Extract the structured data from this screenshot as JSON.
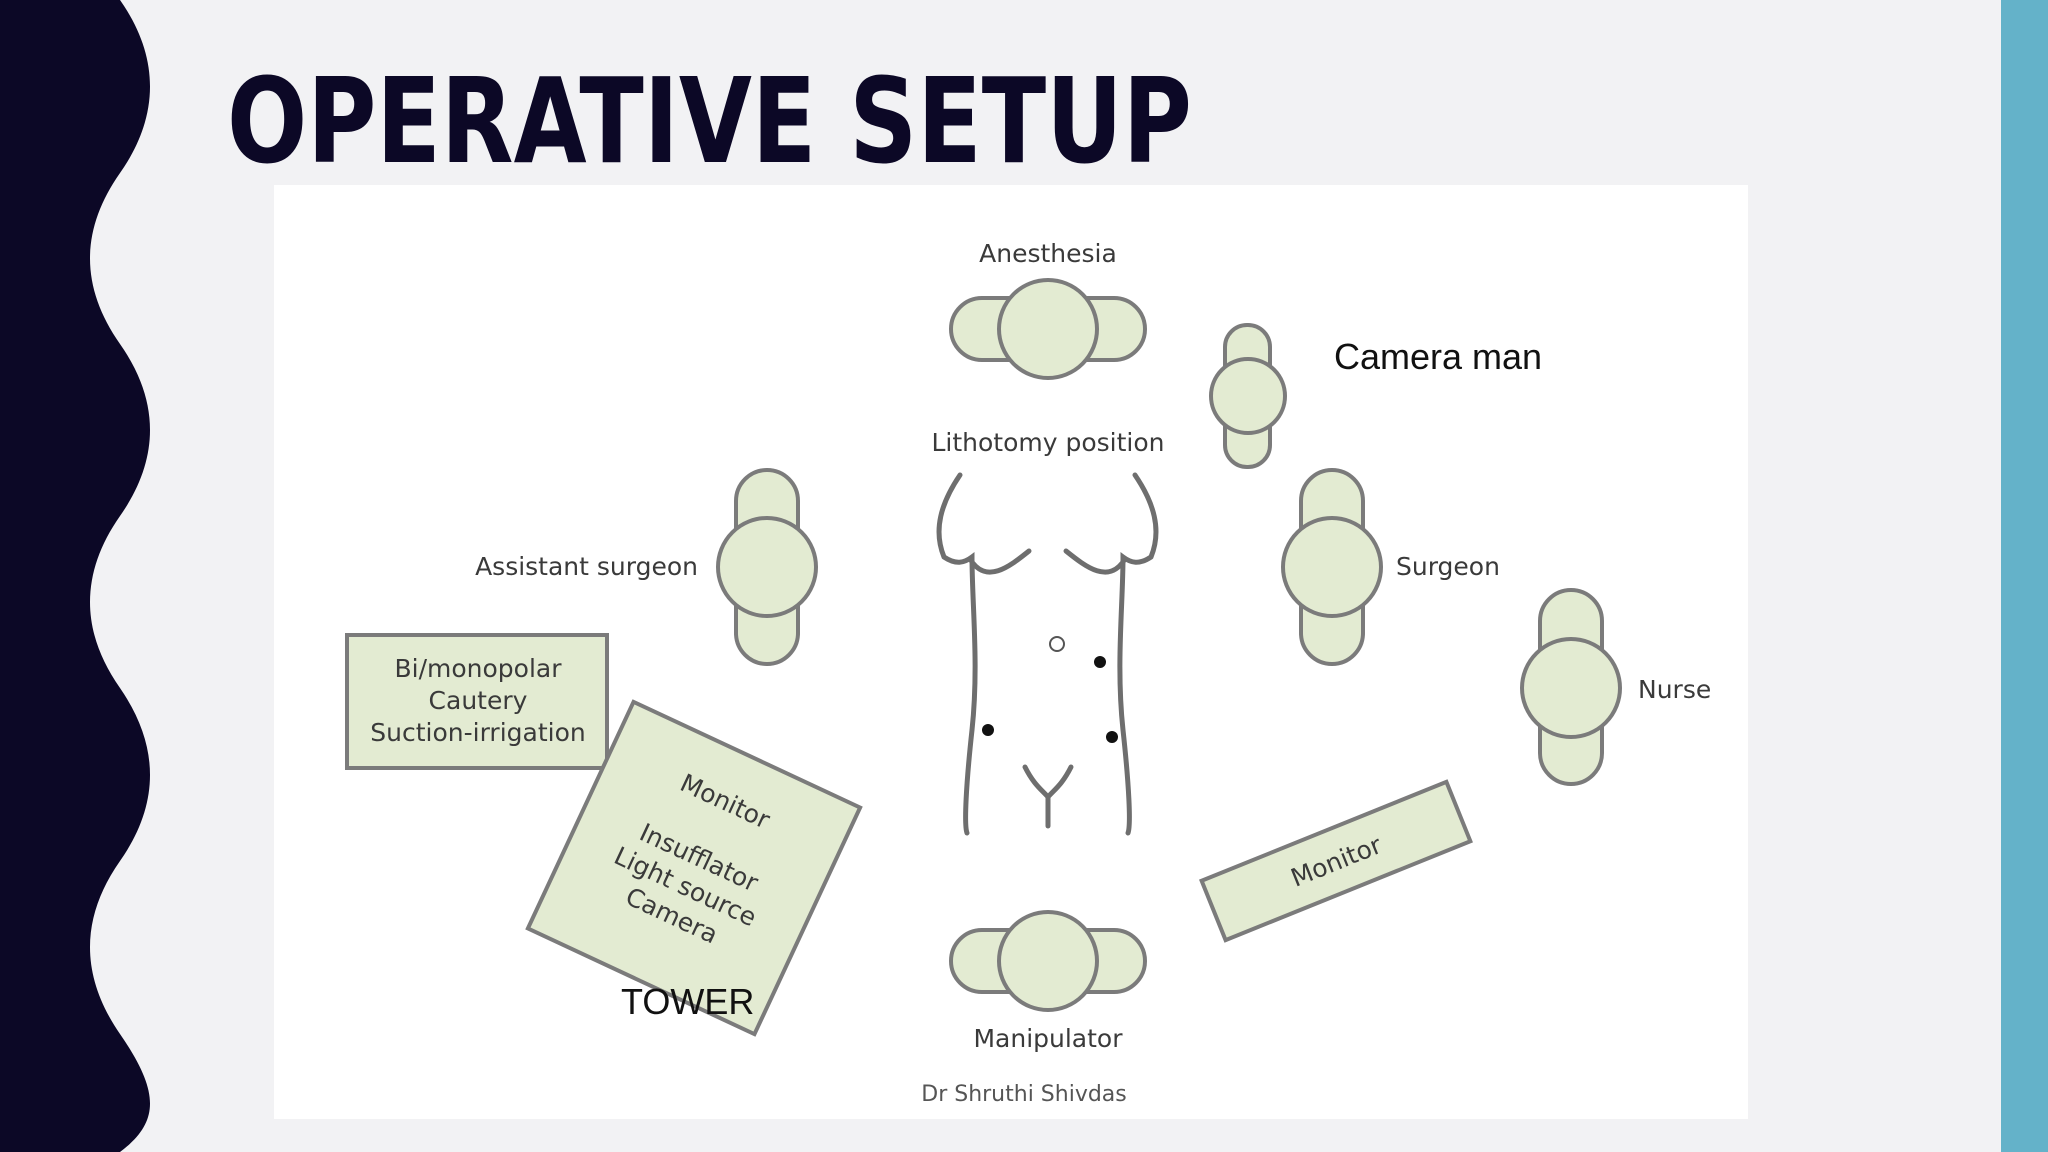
{
  "slide": {
    "title": "OPERATIVE SETUP",
    "colors": {
      "left_band": "#0c0826",
      "right_band": "#64b2c9",
      "background": "#f2f2f4",
      "figure_fill": "#e3ebd2"
    }
  },
  "diagram": {
    "labels": {
      "anesthesia": "Anesthesia",
      "camera_man": "Camera man",
      "lithotomy": "Lithotomy position",
      "assistant_surgeon": "Assistant surgeon",
      "surgeon": "Surgeon",
      "nurse": "Nurse",
      "manipulator": "Manipulator",
      "tower": "TOWER"
    },
    "cautery_box": [
      "Bi/monopolar",
      "Cautery",
      "Suction-irrigation"
    ],
    "tower_box": {
      "title": "Monitor",
      "items": [
        "Insufflator",
        "Light source",
        "Camera"
      ]
    },
    "right_monitor": "Monitor",
    "credit": "Dr Shruthi Shivdas"
  }
}
